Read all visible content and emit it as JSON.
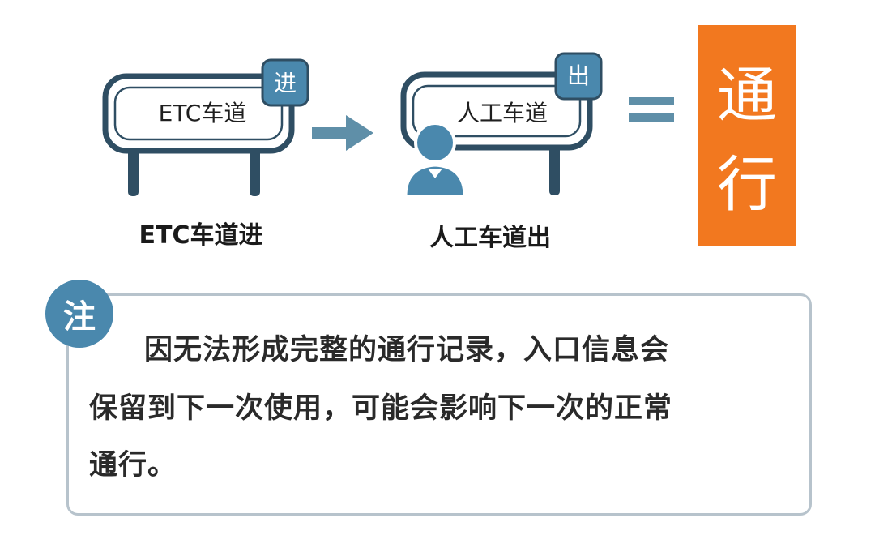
{
  "colors": {
    "sign_outline": "#2f4e63",
    "badge": "#4a88ad",
    "arrow": "#5f8fa8",
    "person": "#4a88ad",
    "result_box": "#f2781f",
    "note_border": "#b7c3cc"
  },
  "flow": {
    "entry": {
      "sign_text": "ETC车道",
      "badge": "进",
      "caption": "ETC车道进",
      "icon": "gantry-sign-icon"
    },
    "arrow_icon": "arrow-right-icon",
    "exit": {
      "sign_text": "人工车道",
      "badge": "出",
      "caption": "人工车道出",
      "icon": "person-icon"
    },
    "equals": "=",
    "result": [
      "通",
      "行"
    ]
  },
  "note": {
    "label": "注",
    "lines": [
      "因无法形成完整的通行记录，入口信息会",
      "保留到下一次使用，可能会影响下一次的正常",
      "通行。"
    ]
  }
}
